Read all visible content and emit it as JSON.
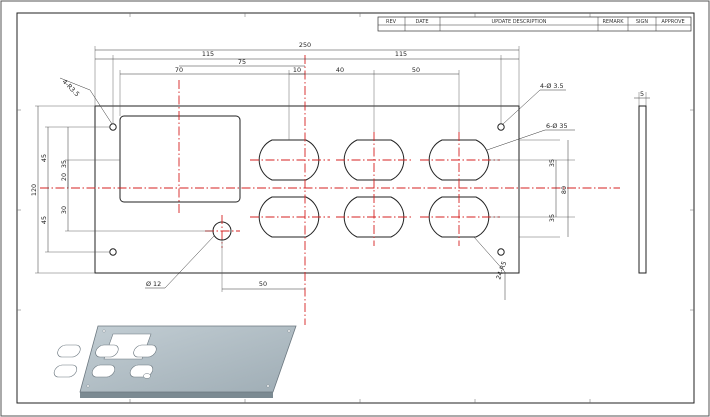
{
  "title_block": {
    "headers": [
      "REV",
      "DATE",
      "UPDATE DESCRIPTION",
      "REMARK",
      "SIGN",
      "APPROVE"
    ]
  },
  "dimensions": {
    "overall_width": "250",
    "left_half": "115",
    "right_half": "115",
    "window_center_offset": "70",
    "window_edge_offset": "75",
    "center_to_first_hole": "10",
    "hole_pitch_1": "40",
    "hole_pitch_2": "50",
    "hole_lower_offset": "50",
    "height_total": "120",
    "left_upper": "45",
    "left_inner_upper": "35",
    "left_mid_upper": "20",
    "left_mid_lower": "30",
    "left_lower": "45",
    "right_upper": "35",
    "right_total": "80",
    "right_lower": "35",
    "thickness": "5"
  },
  "callouts": {
    "corner_radius": "4-R3.5",
    "mount_holes": "4-Ø 3.5",
    "socket_holes": "6-Ø 35",
    "socket_radius": "24-R5",
    "round_hole": "Ø 12"
  }
}
